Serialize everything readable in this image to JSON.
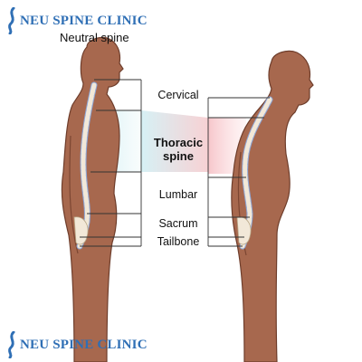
{
  "brand": {
    "top_logo_text": "NEU SPINE CLINIC",
    "bottom_logo_text": "NEU SPINE CLINIC",
    "logo_icon": "spine-icon",
    "accent_color": "#2f6fb5"
  },
  "figure": {
    "caption": "Neutral spine",
    "labels": {
      "cervical": "Cervical",
      "thoracic_line1": "Thoracic",
      "thoracic_line2": "spine",
      "lumbar": "Lumbar",
      "sacrum": "Sacrum",
      "tailbone": "Tailbone"
    },
    "colors": {
      "skin": "#a7684e",
      "skin_outline": "#6e3d2b",
      "vertebra": "#f2e8d8",
      "disc": "#8fa8d8",
      "thoracic_highlight": "#bfe6f0",
      "thoracic_highlight_right": "#f4bfc4"
    }
  }
}
